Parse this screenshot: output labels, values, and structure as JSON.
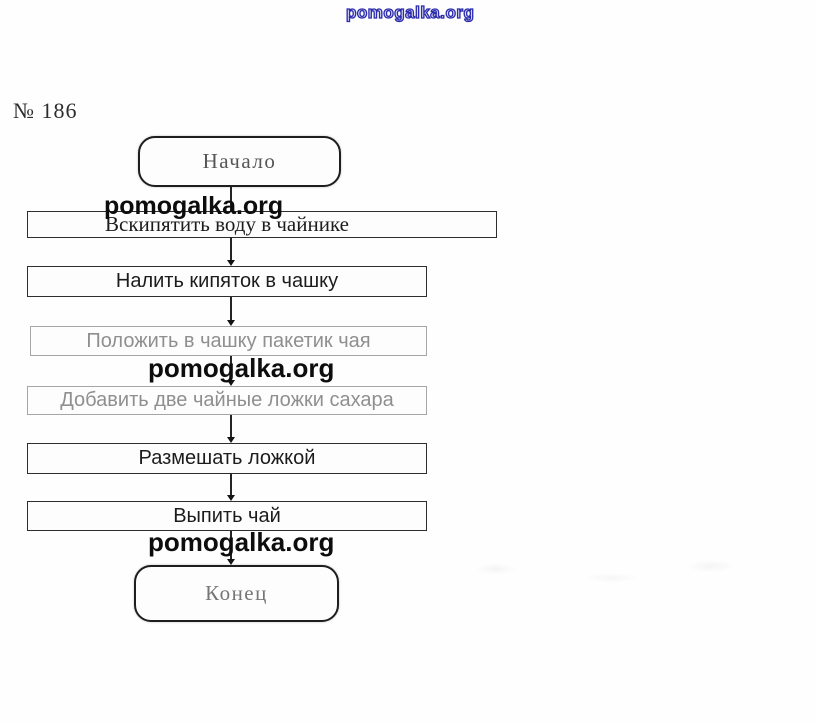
{
  "page": {
    "task_label": "№ 186"
  },
  "watermark": {
    "site_text": "pomogalka.org",
    "blue_color": "#2b2bad",
    "black_color": "#0d0d0d"
  },
  "flowchart": {
    "type": "flowchart",
    "start_label": "Начало",
    "end_label": "Конец",
    "steps": [
      {
        "label": "Вскипятить воду в чайнике",
        "faded": false
      },
      {
        "label": "Налить кипяток в чашку",
        "faded": false
      },
      {
        "label": "Положить в чашку пакетик чая",
        "faded": true
      },
      {
        "label": "Добавить две чайные ложки сахара",
        "faded": true
      },
      {
        "label": "Размешать ложкой",
        "faded": false
      },
      {
        "label": "Выпить чай",
        "faded": false
      }
    ]
  }
}
